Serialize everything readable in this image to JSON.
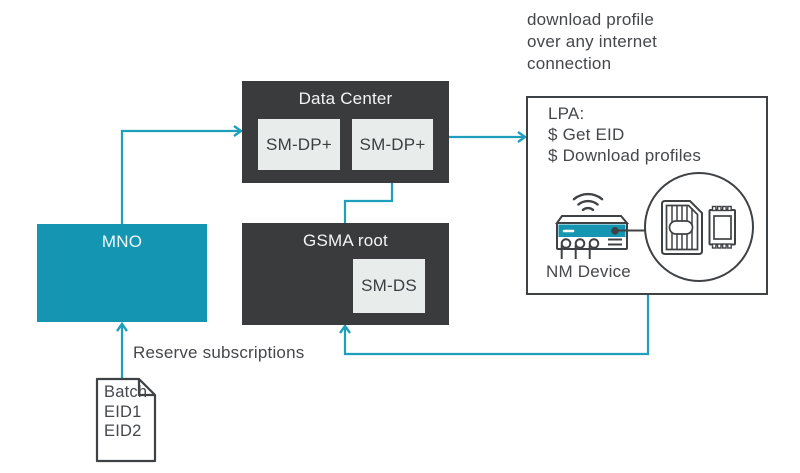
{
  "note_top": {
    "lines": [
      "download profile",
      "over any internet",
      "connection"
    ]
  },
  "data_center": {
    "label": "Data Center",
    "modules": [
      "SM-DP+",
      "SM-DP+"
    ]
  },
  "gsma_root": {
    "label": "GSMA root",
    "module": "SM-DS"
  },
  "mno": {
    "label": "MNO"
  },
  "lpa": {
    "lines": [
      "LPA:",
      "$ Get EID",
      "$ Download profiles"
    ],
    "device_label": "NM Device"
  },
  "annotations": {
    "reserve": "Reserve subscriptions"
  },
  "batch_file": {
    "lines": [
      "Batch",
      "EID1",
      "EID2"
    ]
  },
  "icons": {
    "wifi": "wifi-signal-icon",
    "router": "router-device-icon",
    "sim": "sim-card-icon",
    "chip": "esim-chip-icon",
    "file": "batch-file-icon"
  },
  "colors": {
    "teal_fill": "#1496b3",
    "arrow_teal": "#1e9fbc",
    "dark_panel": "#3a3b3d",
    "light_module": "#e8edec",
    "outline": "#3f4245",
    "ink": "#45474a"
  }
}
